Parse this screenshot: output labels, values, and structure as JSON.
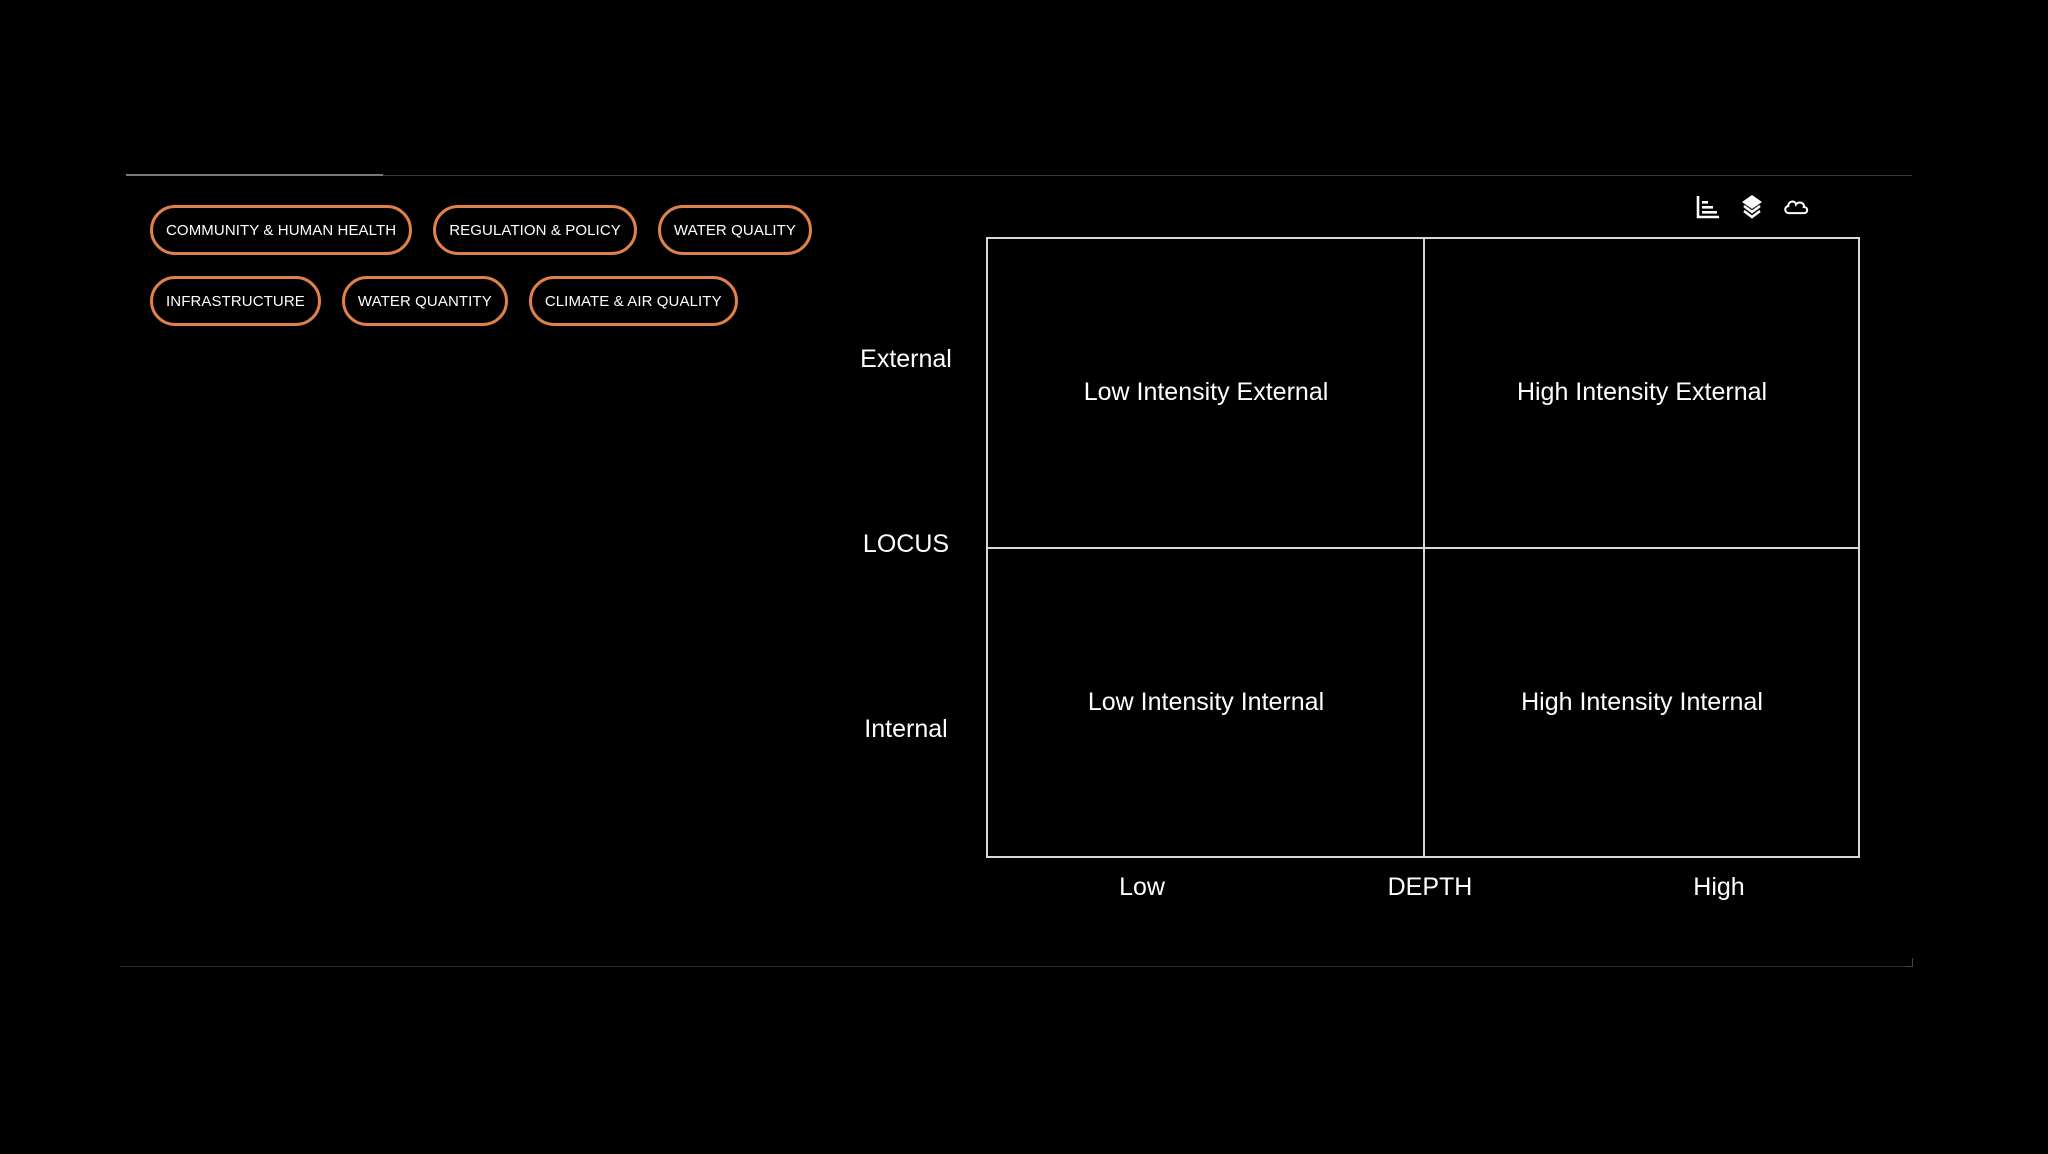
{
  "filters": {
    "row1": [
      "COMMUNITY & HUMAN HEALTH",
      "REGULATION & POLICY",
      "WATER QUALITY"
    ],
    "row2": [
      "INFRASTRUCTURE",
      "WATER QUANTITY",
      "CLIMATE & AIR QUALITY"
    ]
  },
  "toolbar": {
    "icons": [
      "bar-chart-icon",
      "layers-icon",
      "cloud-icon"
    ]
  },
  "matrix": {
    "y_axis": {
      "title": "LOCUS",
      "top": "External",
      "bottom": "Internal"
    },
    "x_axis": {
      "title": "DEPTH",
      "left": "Low",
      "right": "High"
    },
    "quadrants": {
      "top_left": "Low Intensity External",
      "top_right": "High Intensity External",
      "bottom_left": "Low Intensity Internal",
      "bottom_right": "High Intensity Internal"
    }
  },
  "colors": {
    "background": "#000000",
    "accent": "#e0814a",
    "grid": "#d8d8d8"
  }
}
